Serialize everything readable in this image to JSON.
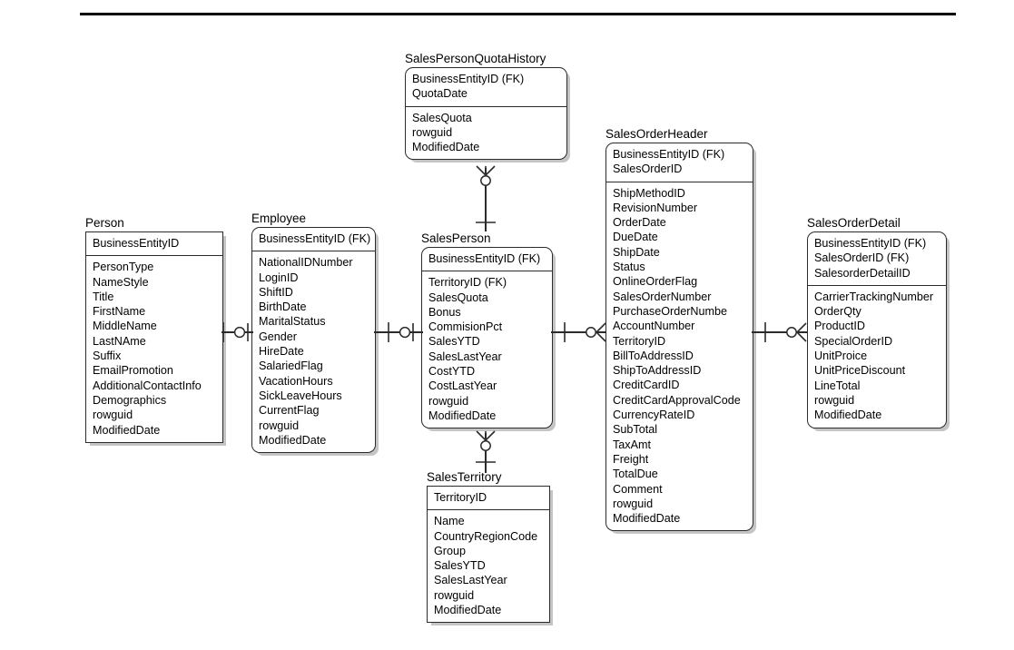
{
  "diagram": {
    "title_rule": "horizontal-rule",
    "notation": "crows-foot",
    "entities": [
      {
        "id": "person",
        "name": "Person",
        "keys": [
          "BusinessEntityID"
        ],
        "attributes": [
          "PersonType",
          "NameStyle",
          "Title",
          "FirstName",
          "MiddleName",
          "LastNAme",
          "Suffix",
          "EmailPromotion",
          "AdditionalContactInfo",
          "Demographics",
          "rowguid",
          "ModifiedDate"
        ]
      },
      {
        "id": "employee",
        "name": "Employee",
        "keys": [
          "BusinessEntityID (FK)"
        ],
        "attributes": [
          "NationalIDNumber",
          "LoginID",
          "ShiftID",
          "BirthDate",
          "MaritalStatus",
          "Gender",
          "HireDate",
          "SalariedFlag",
          "VacationHours",
          "SickLeaveHours",
          "CurrentFlag",
          "rowguid",
          "ModifiedDate"
        ]
      },
      {
        "id": "salesperson",
        "name": "SalesPerson",
        "keys": [
          "BusinessEntityID (FK)"
        ],
        "attributes": [
          "TerritoryID (FK)",
          "SalesQuota",
          "Bonus",
          "CommisionPct",
          "SalesYTD",
          "SalesLastYear",
          "CostYTD",
          "CostLastYear",
          "rowguid",
          "ModifiedDate"
        ]
      },
      {
        "id": "salespersonquotahistory",
        "name": "SalesPersonQuotaHistory",
        "keys": [
          "BusinessEntityID (FK)",
          "QuotaDate"
        ],
        "attributes": [
          "SalesQuota",
          "rowguid",
          "ModifiedDate"
        ]
      },
      {
        "id": "salesterritory",
        "name": "SalesTerritory",
        "keys": [
          "TerritoryID"
        ],
        "attributes": [
          "Name",
          "CountryRegionCode",
          "Group",
          "SalesYTD",
          "SalesLastYear",
          "rowguid",
          "ModifiedDate"
        ]
      },
      {
        "id": "salesorderheader",
        "name": "SalesOrderHeader",
        "keys": [
          "BusinessEntityID (FK)",
          "SalesOrderID"
        ],
        "attributes": [
          "ShipMethodID",
          "RevisionNumber",
          "OrderDate",
          "DueDate",
          "ShipDate",
          "Status",
          "OnlineOrderFlag",
          "SalesOrderNumber",
          "PurchaseOrderNumbe",
          "AccountNumber",
          "TerritoryID",
          "BillToAddressID",
          "ShipToAddressID",
          "CreditCardID",
          "CreditCardApprovalCode",
          "CurrencyRateID",
          "SubTotal",
          "TaxAmt",
          "Freight",
          "TotalDue",
          "Comment",
          "rowguid",
          "ModifiedDate"
        ]
      },
      {
        "id": "salesorderdetail",
        "name": "SalesOrderDetail",
        "keys": [
          "BusinessEntityID (FK)",
          "SalesOrderID (FK)",
          "SalesorderDetailID"
        ],
        "attributes": [
          "CarrierTrackingNumber",
          "OrderQty",
          "ProductID",
          "SpecialOrderID",
          "UnitProice",
          "UnitPriceDiscount",
          "LineTotal",
          "rowguid",
          "ModifiedDate"
        ]
      }
    ],
    "relationships": [
      {
        "id": "person-employee",
        "from": "person",
        "to": "employee",
        "from_symbol": "one",
        "to_symbol": "zero-or-one"
      },
      {
        "id": "employee-salesperson",
        "from": "employee",
        "to": "salesperson",
        "from_symbol": "one",
        "to_symbol": "zero-or-one"
      },
      {
        "id": "salesperson-salesorderheader",
        "from": "salesperson",
        "to": "salesorderheader",
        "from_symbol": "one",
        "to_symbol": "zero-or-many"
      },
      {
        "id": "salesorderheader-salesorderdetail",
        "from": "salesorderheader",
        "to": "salesorderdetail",
        "from_symbol": "one",
        "to_symbol": "zero-or-many"
      },
      {
        "id": "salesperson-quotahistory",
        "from": "salesperson",
        "to": "salespersonquotahistory",
        "from_symbol": "one",
        "to_symbol": "zero-or-many"
      },
      {
        "id": "salesterritory-salesperson",
        "from": "salesperson",
        "to": "salesterritory",
        "from_symbol": "zero-or-many",
        "to_symbol": "one"
      }
    ]
  }
}
